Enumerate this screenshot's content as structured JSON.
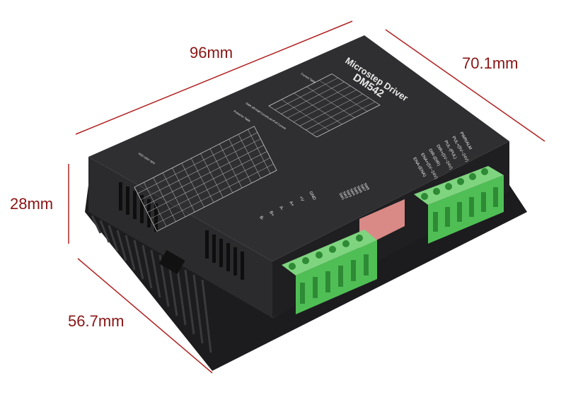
{
  "dimensions": {
    "length": "96mm",
    "width": "70.1mm",
    "height": "28mm",
    "depth": "56.7mm"
  },
  "product": {
    "title": "Microstep Driver",
    "model": "DM542",
    "current_table_title": "Current Table",
    "pulse_table_title": "Pulse/rev Table",
    "sw4_note": "SW4 off=Half Current,on=Full Current",
    "voltage_note": "VDC=20V~50V"
  },
  "signal_terminals": [
    "PWR/ALM",
    "PUL+(5V~24V)",
    "PUL-(PUL)",
    "DIR+(5V~24V)",
    "DIR-(DIR)",
    "ENA+(5V~24V)",
    "ENA-(ENA)"
  ],
  "switch_labels": [
    "SW8",
    "SW7",
    "SW6",
    "SW5",
    "SW4",
    "SW3",
    "SW2",
    "SW1"
  ],
  "power_terminals": [
    "GND",
    "+V",
    "A+",
    "A-",
    "B+",
    "B-"
  ],
  "colors": {
    "dimension": "#8a1414",
    "body": "#2a2a2c",
    "terminal": "#4fbf55",
    "dip_switch": "#d98a86"
  }
}
